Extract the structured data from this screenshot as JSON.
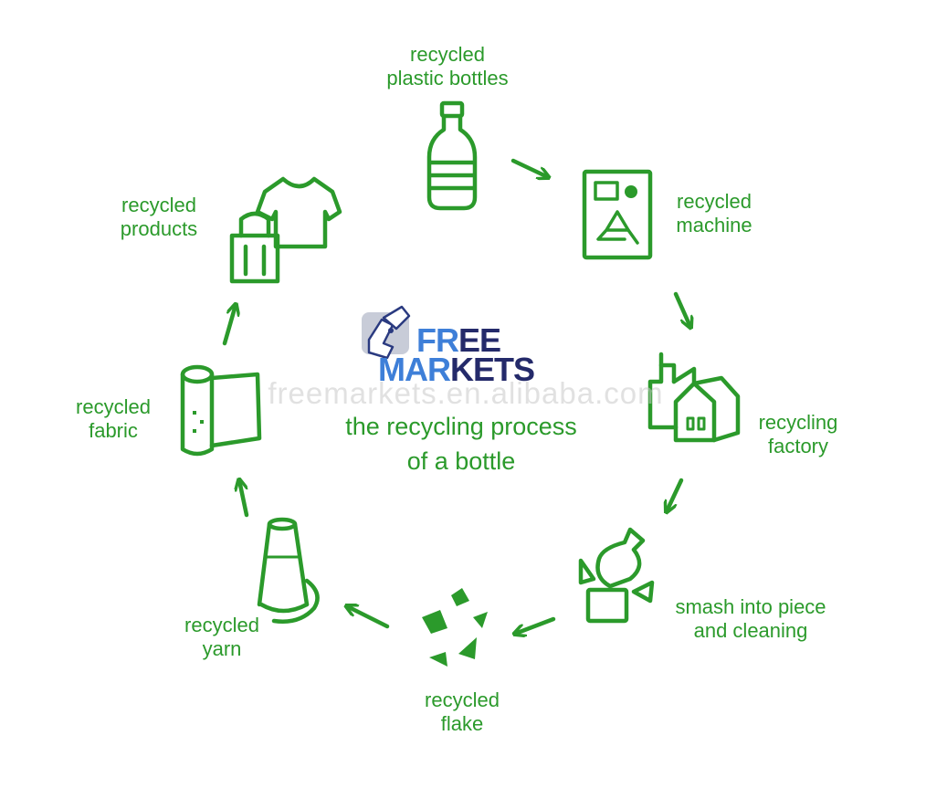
{
  "colors": {
    "green": "#2b9a2b",
    "logo_light": "#3e7fd8",
    "logo_dark": "#242a6a"
  },
  "logo": {
    "line1_a": "FR",
    "line1_b": "EE",
    "line2_a": "MAR",
    "line2_b": "KETS"
  },
  "watermark": "freemarkets.en.alibaba.com",
  "title": {
    "line1": "the recycling process",
    "line2": "of a bottle"
  },
  "steps": [
    {
      "line1": "recycled",
      "line2": "plastic bottles",
      "icon": "bottle-icon"
    },
    {
      "line1": "recycled",
      "line2": "machine",
      "icon": "machine-icon"
    },
    {
      "line1": "recycling",
      "line2": "factory",
      "icon": "factory-icon"
    },
    {
      "line1": "smash into piece",
      "line2": "and cleaning",
      "icon": "crushed-bottle-icon"
    },
    {
      "line1": "recycled",
      "line2": "flake",
      "icon": "flakes-icon"
    },
    {
      "line1": "recycled",
      "line2": "yarn",
      "icon": "yarn-spool-icon"
    },
    {
      "line1": "recycled",
      "line2": "fabric",
      "icon": "fabric-roll-icon"
    },
    {
      "line1": "recycled",
      "line2": "products",
      "icon": "tshirt-bag-icon"
    }
  ]
}
